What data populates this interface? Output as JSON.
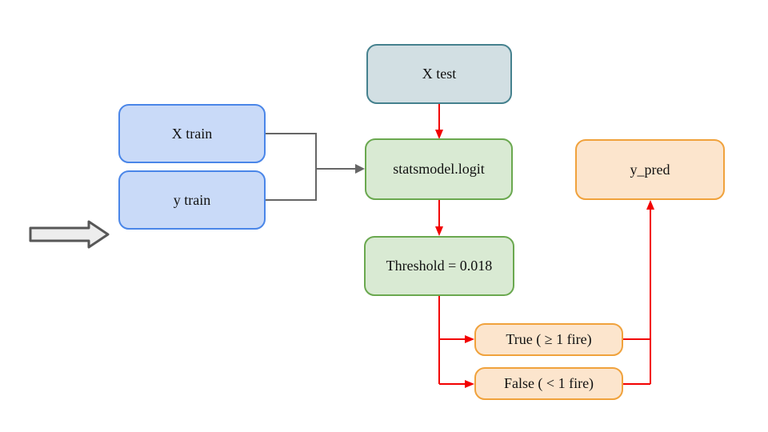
{
  "diagram": {
    "nodes": {
      "x_test": {
        "label": "X test"
      },
      "x_train": {
        "label": "X train"
      },
      "y_train": {
        "label": "y train"
      },
      "model": {
        "label": "statsmodel.logit"
      },
      "threshold": {
        "label": "Threshold = 0.018"
      },
      "true_branch": {
        "label": "True ( ≥ 1 fire)"
      },
      "false_branch": {
        "label": "False ( < 1 fire)"
      },
      "y_pred": {
        "label": "y_pred"
      }
    },
    "edges": [
      {
        "from": "x_train",
        "to": "model",
        "color": "gray"
      },
      {
        "from": "y_train",
        "to": "model",
        "color": "gray"
      },
      {
        "from": "x_test",
        "to": "model",
        "color": "red"
      },
      {
        "from": "model",
        "to": "threshold",
        "color": "red"
      },
      {
        "from": "threshold",
        "to": "true_branch",
        "color": "red"
      },
      {
        "from": "threshold",
        "to": "false_branch",
        "color": "red"
      },
      {
        "from": "true_branch",
        "to": "y_pred",
        "color": "red"
      },
      {
        "from": "false_branch",
        "to": "y_pred",
        "color": "red"
      }
    ],
    "palette": {
      "test_fill": "#d2dfe3",
      "test_border": "#45818e",
      "train_fill": "#c9daf8",
      "train_border": "#4a86e8",
      "process_fill": "#d9ead3",
      "process_border": "#6aa84f",
      "output_fill": "#fce5cd",
      "output_border": "#f0a23c",
      "flow_red": "#f20000",
      "connector_gray": "#666666",
      "big_arrow_fill": "#ededed",
      "big_arrow_stroke": "#575757"
    }
  }
}
